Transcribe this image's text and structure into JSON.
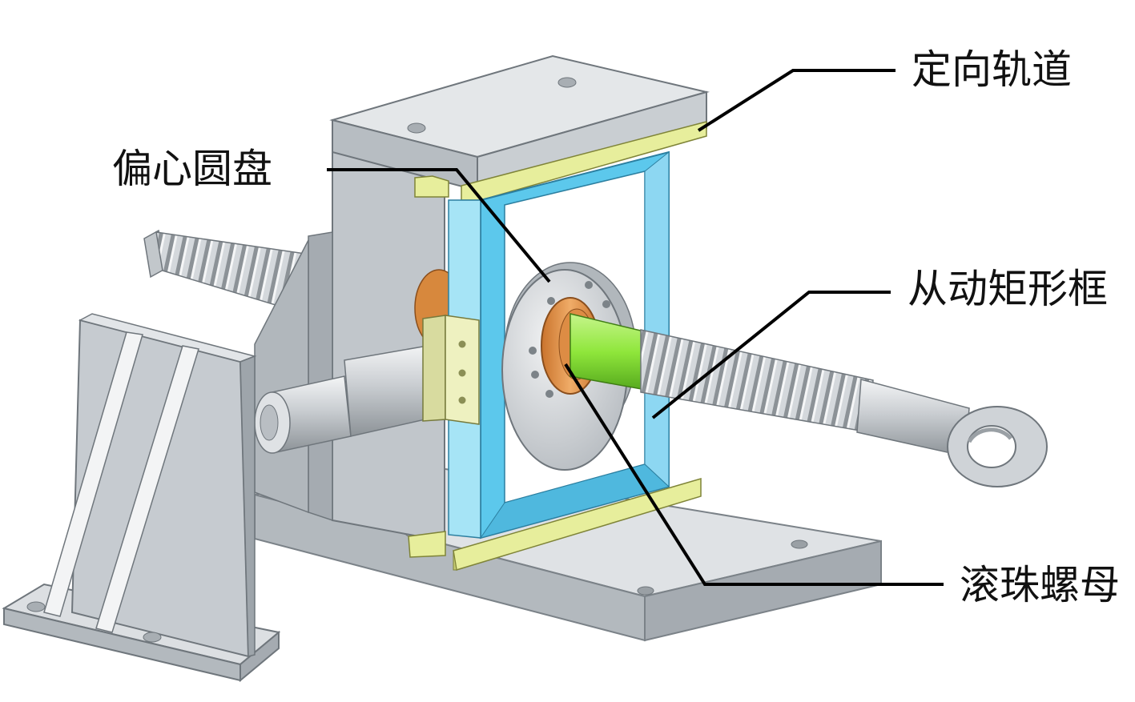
{
  "labels": {
    "guide_rail": "定向轨道",
    "eccentric_disc": "偏心圆盘",
    "driven_frame": "从动矩形框",
    "ball_nut": "滚珠螺母"
  },
  "colors": {
    "steel_light": "#d9dcdf",
    "steel_mid": "#b9bec3",
    "steel_dark": "#8e959b",
    "rail_yellow": "#e7ee9c",
    "frame_blue": "#5cc8ec",
    "frame_blue_light": "#a6e4f6",
    "nut_orange": "#e69a52",
    "shaft_green": "#8fe63b",
    "leader_line": "#000000"
  }
}
